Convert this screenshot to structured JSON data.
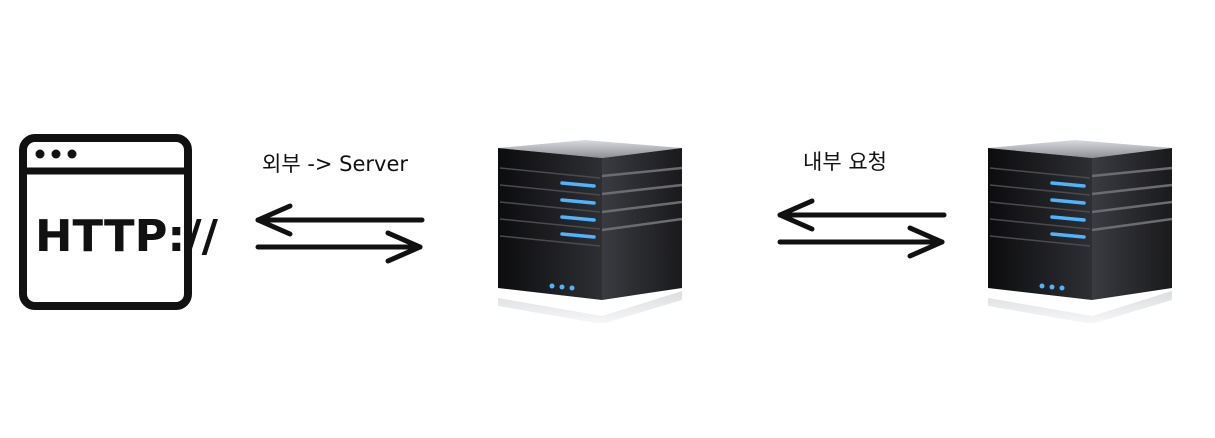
{
  "nodes": {
    "browser": {
      "icon": "browser-window-icon",
      "text": "HTTP://"
    },
    "server_external": {
      "icon": "server-tower-icon"
    },
    "server_internal": {
      "icon": "server-tower-icon"
    }
  },
  "edges": [
    {
      "label": "외부 -> Server",
      "from": "browser",
      "to": "server_external",
      "bidirectional": true
    },
    {
      "label": "내부 요청",
      "from": "server_external",
      "to": "server_internal",
      "bidirectional": true
    }
  ],
  "colors": {
    "stroke": "#111111",
    "server_body": "#1c1c1e",
    "server_led": "#4fb4ff"
  }
}
